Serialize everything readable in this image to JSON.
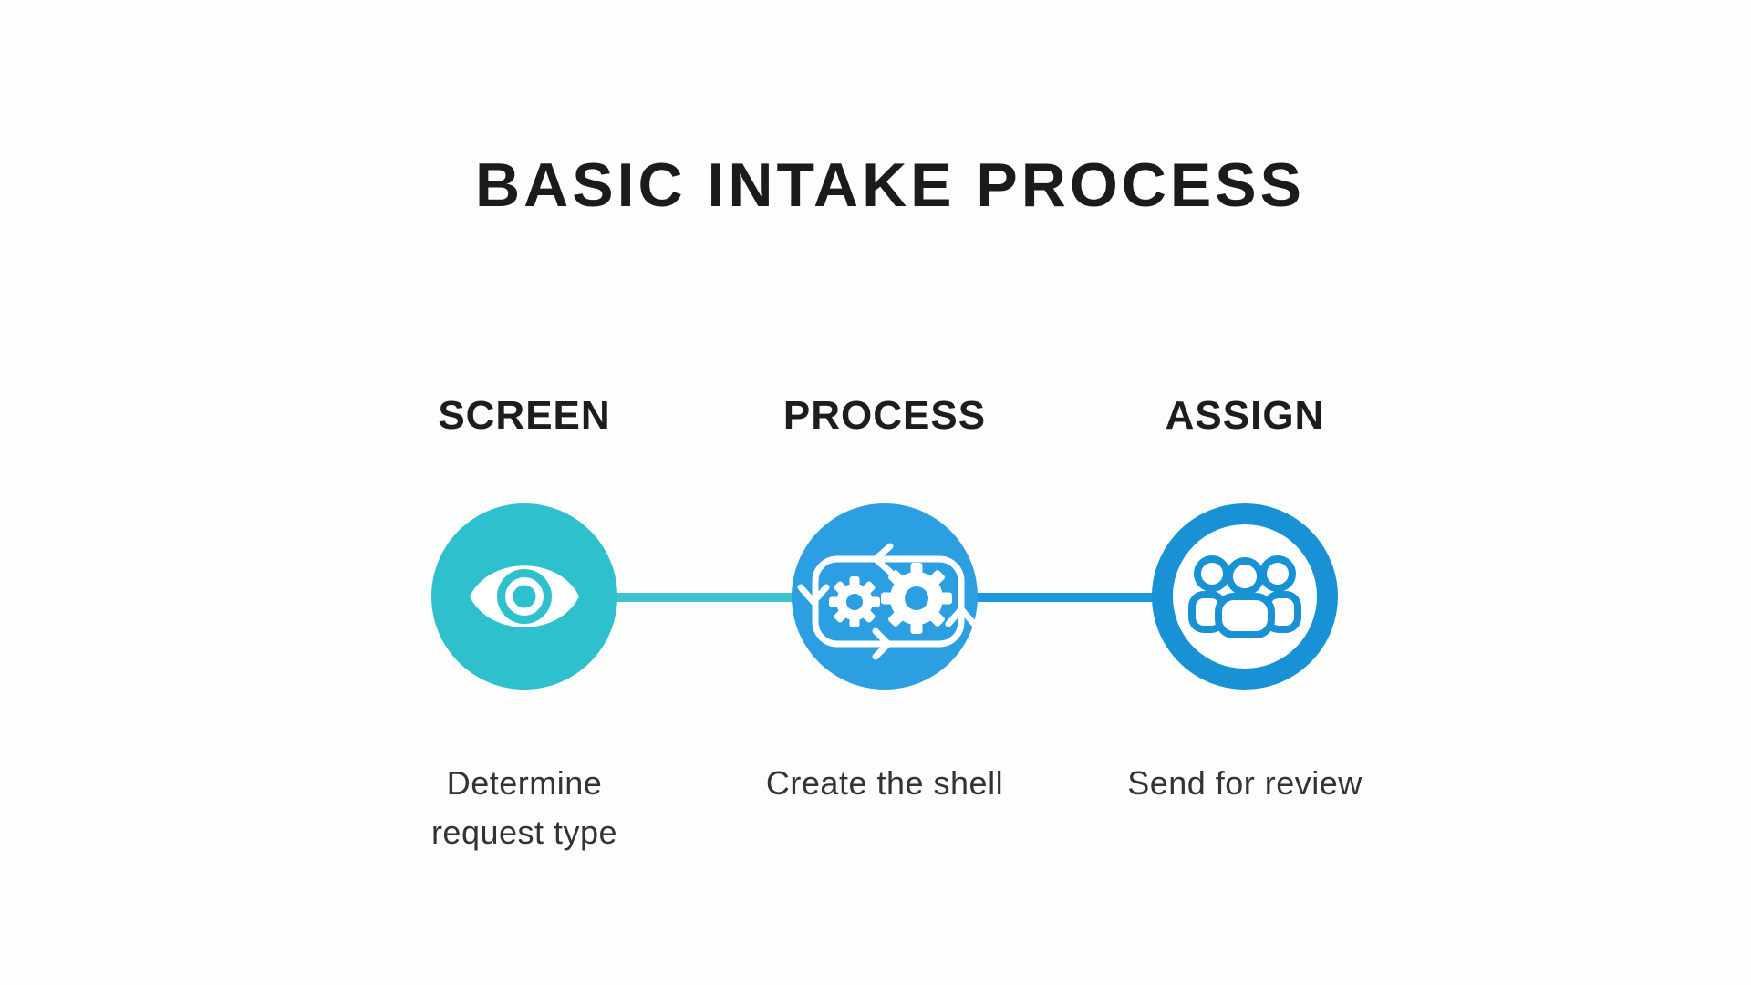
{
  "page": {
    "background": "#fdfdfc"
  },
  "title": {
    "text": "BASIC INTAKE PROCESS",
    "color": "#1b1b1b"
  },
  "steps": [
    {
      "label": "SCREEN",
      "description": "Determine request type",
      "icon": "eye-icon",
      "circle_style": "filled",
      "circle_color": "#2ec0cc"
    },
    {
      "label": "PROCESS",
      "description": "Create the shell",
      "icon": "process-loop-gears-icon",
      "circle_style": "filled",
      "circle_color": "#2b9fe1"
    },
    {
      "label": "ASSIGN",
      "description": "Send for review",
      "icon": "team-people-icon",
      "circle_style": "ring",
      "circle_color": "#1892d4"
    }
  ],
  "connectors": [
    {
      "color": "#3cc5d0"
    },
    {
      "color": "#1e97da"
    }
  ],
  "text_colors": {
    "label": "#1d1d1d",
    "description": "#333333"
  }
}
